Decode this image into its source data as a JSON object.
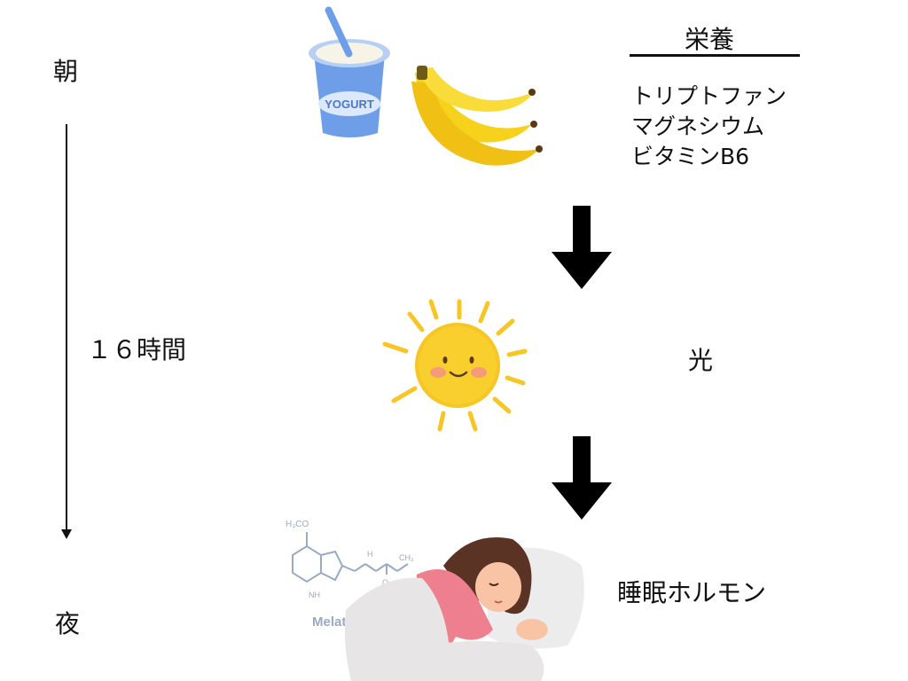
{
  "timeline": {
    "start_label": "朝",
    "duration_label": "１６時間",
    "end_label": "夜"
  },
  "nutrition": {
    "heading": "栄養",
    "items": [
      "トリプトファン",
      "マグネシウム",
      "ビタミンB6"
    ]
  },
  "steps": {
    "light_label": "光",
    "hormone_label": "睡眠ホルモン"
  },
  "illustrations": {
    "yogurt_label": "YOGURT",
    "molecule_name": "Melatonin",
    "molecule_methoxy": "H₃CO",
    "molecule_nh": "NH",
    "molecule_h": "H",
    "molecule_ch3": "CH₃",
    "molecule_o": "O"
  },
  "colors": {
    "yogurt_blue": "#6f9ee8",
    "banana_yellow": "#f6d21c",
    "sun_yellow": "#f7c624",
    "sun_cheek": "#f59b7a",
    "shirt_pink": "#ee7f8e",
    "hair_brown": "#5a3325",
    "molecule_blue": "#9aaac4"
  }
}
